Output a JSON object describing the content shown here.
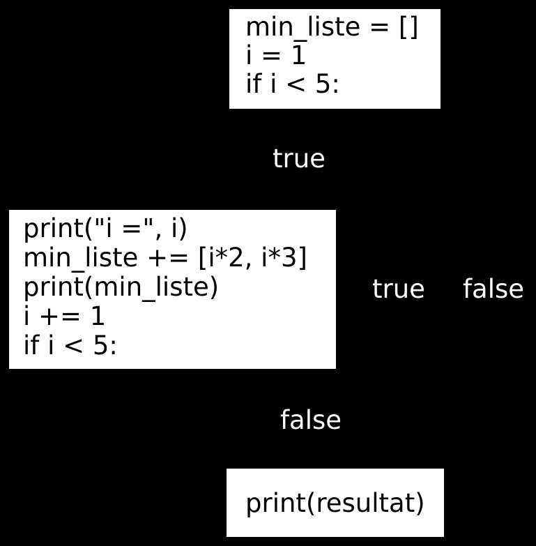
{
  "colors": {
    "background": "#000000",
    "box_background": "#ffffff",
    "code_text": "#000000",
    "edge_label_text": "#ffffff"
  },
  "flowchart": {
    "start_box": {
      "lines": [
        "min_liste = []",
        "i = 1",
        "if i < 5:"
      ]
    },
    "loop_box": {
      "lines": [
        "print(\"i =\", i)",
        "min_liste += [i*2, i*3]",
        "print(min_liste)",
        "i += 1",
        "if i < 5:"
      ]
    },
    "end_box": {
      "lines": [
        "print(resultat)"
      ]
    },
    "edge_labels": {
      "start_true": "true",
      "loop_true": "true",
      "loop_false": "false",
      "exit_false": "false"
    }
  }
}
